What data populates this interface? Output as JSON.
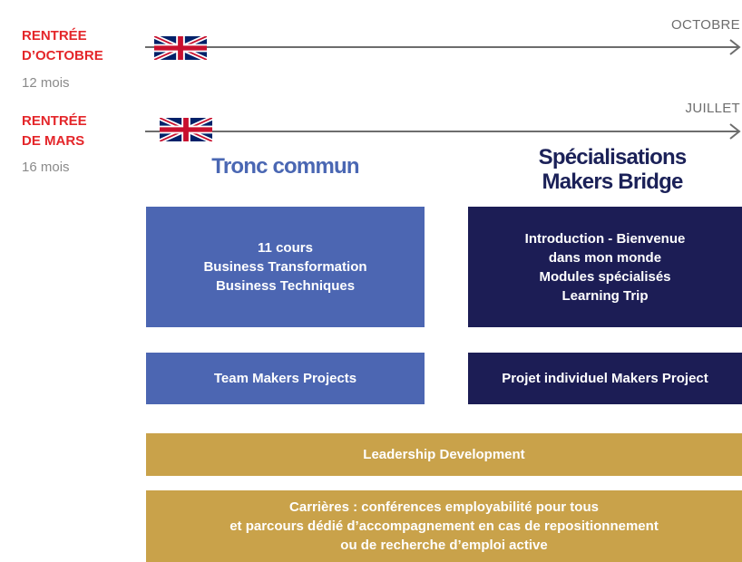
{
  "timelines": [
    {
      "title": "RENTRÉE\nD’OCTOBRE",
      "duration": "12 mois",
      "end_month": "OCTOBRE",
      "flag": "uk-flag-icon"
    },
    {
      "title": "RENTRÉE\nDE MARS",
      "duration": "16 mois",
      "end_month": "JUILLET",
      "flag": "uk-flag-icon"
    }
  ],
  "columns": {
    "left_title": "Tronc commun",
    "right_title_line1": "Spécialisations",
    "right_title_line2": "Makers Bridge"
  },
  "boxes": {
    "core_courses": [
      "11 cours",
      "Business Transformation",
      "Business Techniques"
    ],
    "specializations": [
      "Introduction - Bienvenue",
      "dans mon monde",
      "Modules spécialisés",
      "Learning Trip"
    ],
    "team_projects": "Team Makers Projects",
    "individual_project": "Projet individuel Makers Project",
    "leadership": "Leadership Development",
    "careers": [
      "Carrières : conférences employabilité pour tous",
      "et parcours dédié d’accompagnement en cas de repositionnement",
      "ou de recherche d’emploi active"
    ]
  },
  "colors": {
    "accent_red": "#e4262a",
    "core_blue": "#4c66b2",
    "navy": "#1c1d55",
    "gold": "#c9a24a",
    "timeline_gray": "#6d6d6d"
  }
}
